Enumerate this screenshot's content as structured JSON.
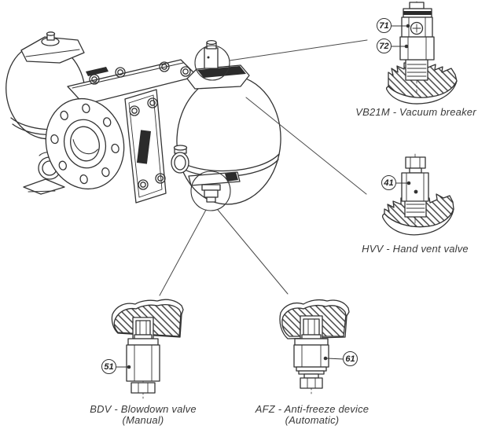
{
  "figure": {
    "type": "steam-trap options technical diagram",
    "line_color": "#333333",
    "text_color": "#3a3a3a",
    "background": "#ffffff"
  },
  "details": {
    "vb21m": {
      "label": "VB21M - Vacuum breaker",
      "callouts": [
        {
          "number": "71"
        },
        {
          "number": "72"
        }
      ]
    },
    "hvv": {
      "label": "HVV - Hand vent valve",
      "callouts": [
        {
          "number": "41"
        }
      ]
    },
    "bdv": {
      "label": "BDV - Blowdown valve",
      "sublabel": "(Manual)",
      "callouts": [
        {
          "number": "51"
        }
      ]
    },
    "afz": {
      "label": "AFZ - Anti-freeze device",
      "sublabel": "(Automatic)",
      "callouts": [
        {
          "number": "61"
        }
      ]
    }
  }
}
